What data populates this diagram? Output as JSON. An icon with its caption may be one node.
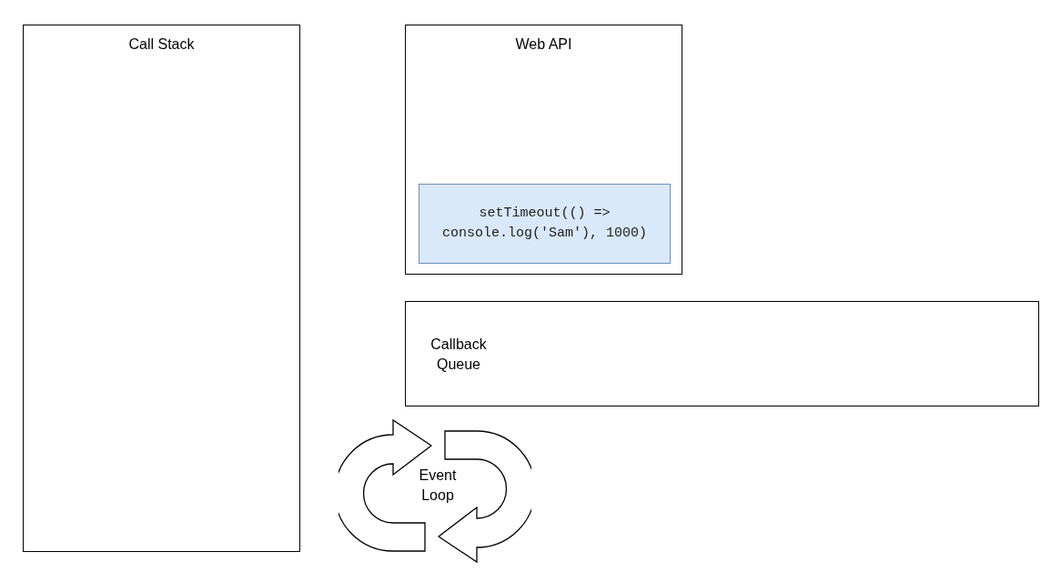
{
  "diagram": {
    "nodes": [
      {
        "text": [
          "Call Stack"
        ]
      },
      {
        "text": [
          "Web API"
        ]
      },
      {
        "text": [
          "setTimeout(() => console.log('Sam'), 1000)"
        ],
        "in": 1
      },
      {
        "text": [
          "Callback Queue"
        ]
      },
      {
        "text": [
          "Event Loop"
        ]
      }
    ]
  }
}
